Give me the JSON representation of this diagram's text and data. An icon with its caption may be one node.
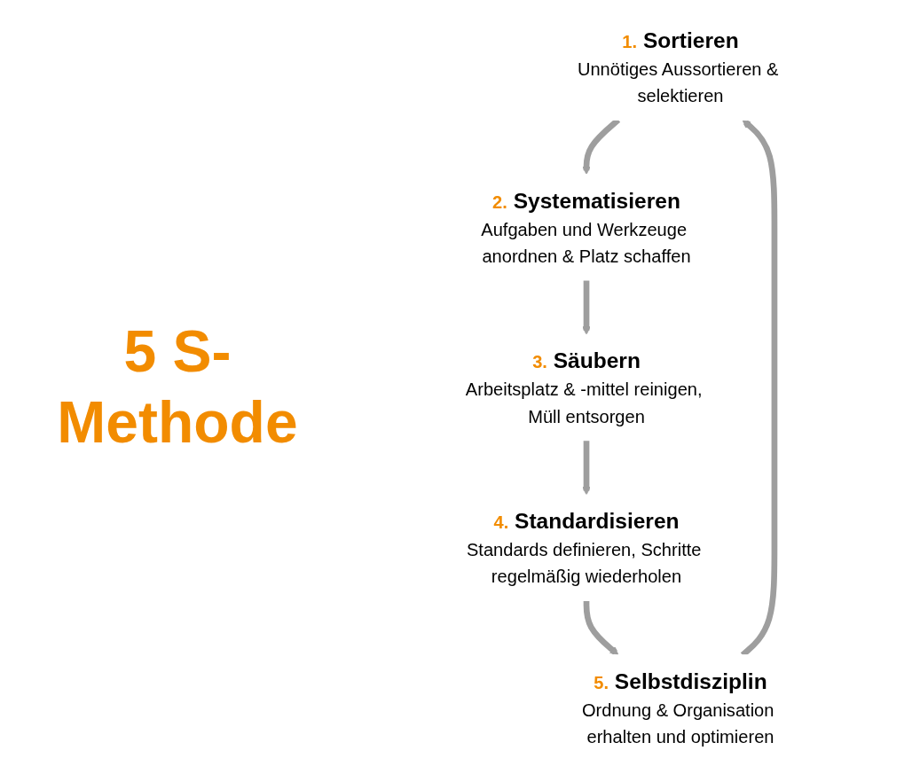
{
  "diagram": {
    "title": "5 S-Methode",
    "nodes": [
      {
        "text": [
          "1. Sortieren",
          "Unnötiges Aussortieren & selektieren"
        ]
      },
      {
        "text": [
          "2. Systematisieren",
          "Aufgaben und Werkzeuge anordnen & Platz schaffen"
        ]
      },
      {
        "text": [
          "3. Säubern",
          "Arbeitsplatz & -mittel reinigen, Müll entsorgen"
        ]
      },
      {
        "text": [
          "4. Standardisieren",
          "Standards definieren, Schritte regelmäßig wiederholen"
        ]
      },
      {
        "text": [
          "5. Selbstdisziplin",
          "Ordnung & Organisation erhalten und optimieren"
        ]
      }
    ],
    "edges": [
      {
        "from": 0,
        "to": 1,
        "arrow": "to"
      },
      {
        "from": 1,
        "to": 2,
        "arrow": "to"
      },
      {
        "from": 2,
        "to": 3,
        "arrow": "to"
      },
      {
        "from": 3,
        "to": 4,
        "arrow": "to"
      },
      {
        "from": 4,
        "to": 0,
        "arrow": "to"
      }
    ]
  }
}
